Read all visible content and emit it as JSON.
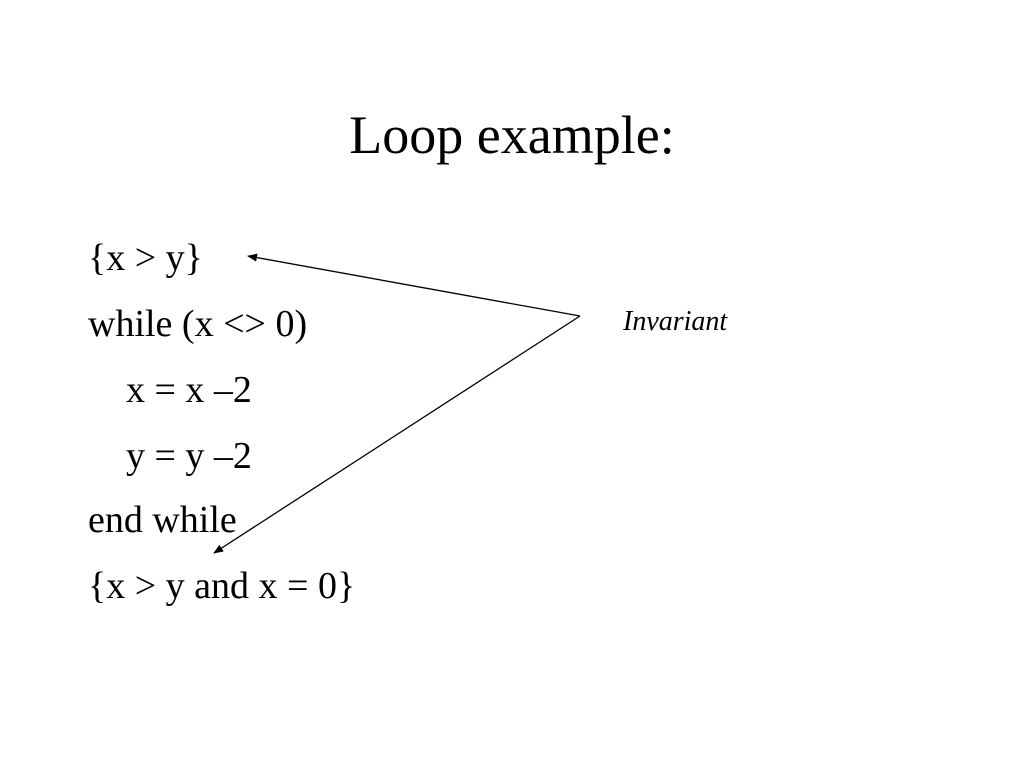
{
  "slide": {
    "title": "Loop example:",
    "code": [
      "{x > y}",
      "while (x <> 0)",
      "x = x –2",
      "y = y –2",
      "end while",
      "{x > y and x = 0}"
    ],
    "annotation": "Invariant"
  },
  "colors": {
    "background": "#ffffff",
    "text": "#000000"
  }
}
